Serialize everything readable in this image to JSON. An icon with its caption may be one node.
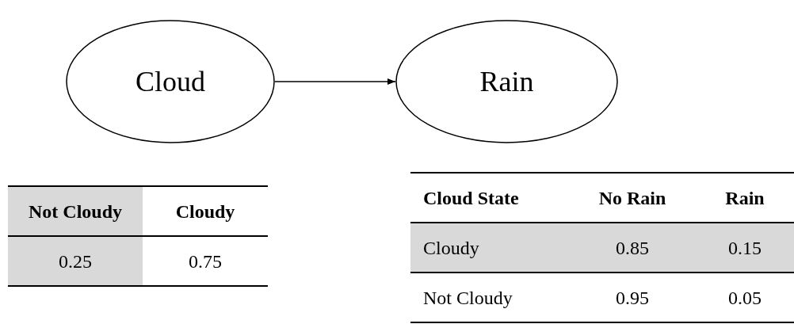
{
  "diagram": {
    "nodes": [
      {
        "text": [
          "Cloud"
        ]
      },
      {
        "text": [
          "Rain"
        ]
      }
    ],
    "edges": [
      {
        "from": 0,
        "to": 1,
        "arrow": "to"
      }
    ],
    "labels": [
      "Not Cloudy",
      "Cloudy",
      "0.25",
      "0.75",
      "Cloud State",
      "No Rain",
      "Rain",
      "Cloudy",
      "0.85",
      "0.15",
      "Not Cloudy",
      "0.95",
      "0.05"
    ]
  }
}
